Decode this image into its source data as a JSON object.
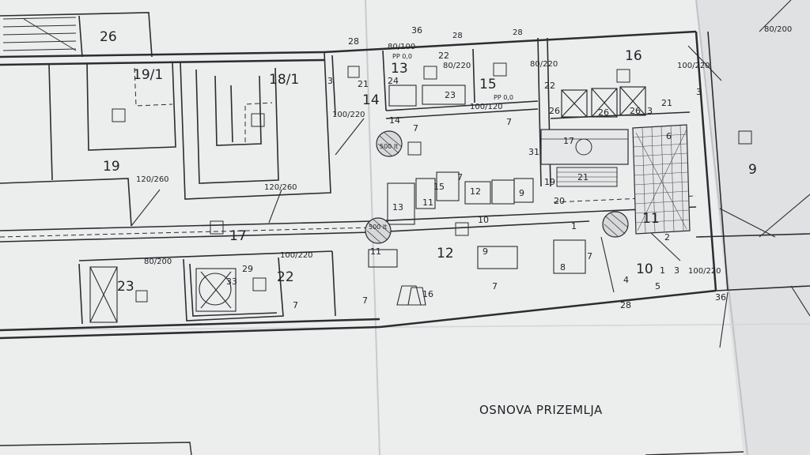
{
  "plan": {
    "title": "OSNOVA PRIZEMLJA",
    "rooms": [
      "26",
      "19/1",
      "18/1",
      "19",
      "17",
      "23",
      "22",
      "13",
      "14",
      "15",
      "16",
      "12",
      "11",
      "10",
      "9"
    ],
    "equipment": [
      "28",
      "36",
      "22",
      "24",
      "23",
      "3",
      "21",
      "14",
      "7",
      "31",
      "17",
      "21",
      "26",
      "26",
      "26",
      "3",
      "6",
      "15",
      "13",
      "11",
      "12",
      "9",
      "19",
      "20",
      "10",
      "1",
      "9",
      "8",
      "11",
      "7",
      "33",
      "29",
      "16",
      "7",
      "7",
      "2",
      "1",
      "3",
      "4",
      "5",
      "28",
      "36",
      "3",
      "22",
      "7",
      "21",
      "7",
      "7"
    ],
    "dimensions": [
      "80/100",
      "28",
      "28",
      "80/220",
      "80/220",
      "100/220",
      "100/220",
      "100/120",
      "120/260",
      "120/260",
      "80/200",
      "100/220",
      "100/220",
      "80/200"
    ],
    "annotations": [
      "PP 0,0",
      "PP 0,0",
      "500 lt",
      "500 lt"
    ],
    "colors": {
      "paper": "#f1f2f2",
      "ink": "#2a2d31"
    }
  }
}
